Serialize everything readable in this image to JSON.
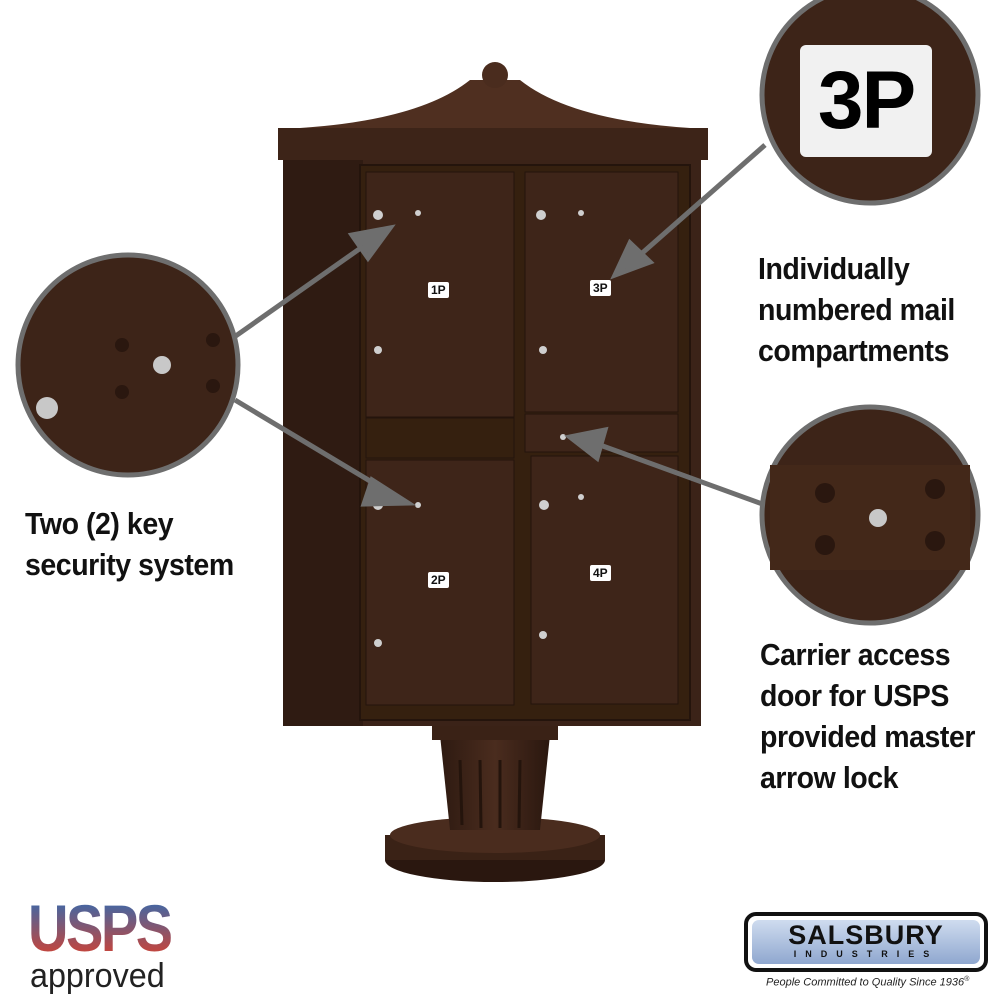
{
  "product": {
    "compartment_labels": [
      "1P",
      "3P",
      "2P",
      "4P"
    ],
    "zoom_label": "3P",
    "body_color": "#3d2418"
  },
  "callouts": {
    "numbered": [
      "Individually",
      "numbered mail",
      "compartments"
    ],
    "key_security": [
      "Two (2) key",
      "security system"
    ],
    "carrier_access": [
      "Carrier access",
      "door for USPS",
      "provided master",
      "arrow lock"
    ]
  },
  "logos": {
    "usps": {
      "word": "USPS",
      "sub": "approved"
    },
    "salsbury": {
      "name": "SALSBURY",
      "sub": "INDUSTRIES",
      "tagline": "People Committed to Quality Since 1936",
      "registered": "®"
    }
  }
}
